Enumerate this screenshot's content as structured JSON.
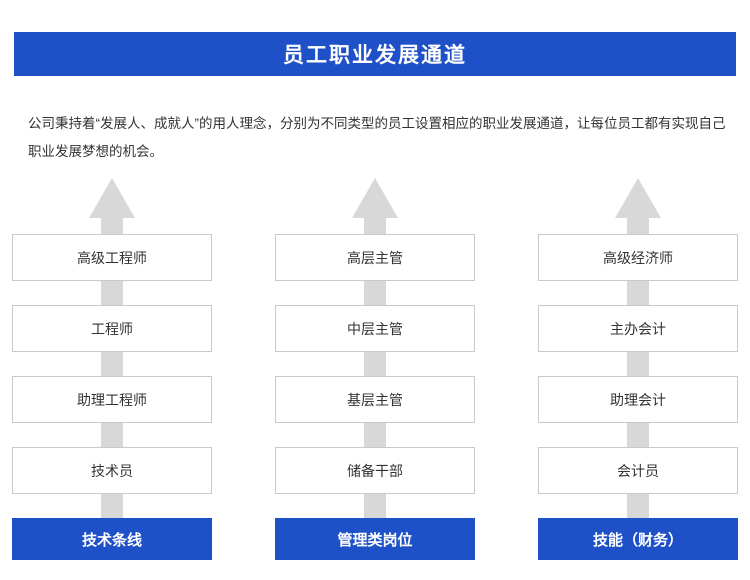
{
  "header": {
    "title": "员工职业发展通道"
  },
  "intro": {
    "text": "公司秉持着“发展人、成就人”的用人理念，分别为不同类型的员工设置相应的职业发展通道，让每位员工都有实现自己职业发展梦想的机会。"
  },
  "colors": {
    "brand_blue": "#1e50c8",
    "arrow_grey": "#d8d8d8",
    "box_border": "#c9c9c9",
    "text": "#333333"
  },
  "columns": [
    {
      "name": "technical-track",
      "levels": [
        "高级工程师",
        "工程师",
        "助理工程师",
        "技术员"
      ],
      "footer": "技术条线"
    },
    {
      "name": "management-track",
      "levels": [
        "高层主管",
        "中层主管",
        "基层主管",
        "储备干部"
      ],
      "footer": "管理类岗位"
    },
    {
      "name": "finance-skill-track",
      "levels": [
        "高级经济师",
        "主办会计",
        "助理会计",
        "会计员"
      ],
      "footer": "技能（财务）"
    }
  ]
}
